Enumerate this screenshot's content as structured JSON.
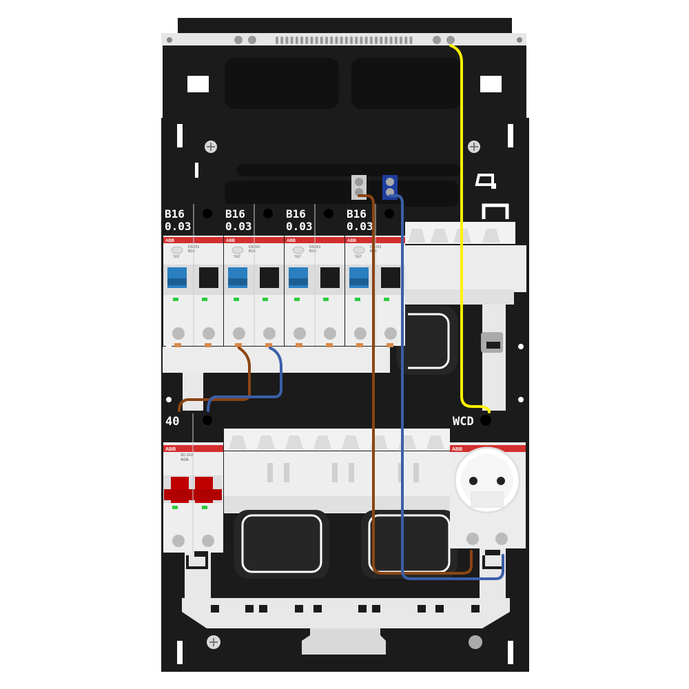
{
  "breakers": [
    {
      "rating": "B16",
      "sensitivity": "0.03",
      "brand": "ABB",
      "model": "DS201",
      "type": "B16",
      "test": "TEST"
    },
    {
      "rating": "B16",
      "sensitivity": "0.03",
      "brand": "ABB",
      "model": "DS201",
      "type": "B16",
      "test": "TEST"
    },
    {
      "rating": "B16",
      "sensitivity": "0.03",
      "brand": "ABB",
      "model": "DS201",
      "type": "B16",
      "test": "TEST"
    },
    {
      "rating": "B16",
      "sensitivity": "0.03",
      "brand": "ABB",
      "model": "DS201",
      "type": "B16",
      "test": "TEST"
    }
  ],
  "main_switch": {
    "rating": "40",
    "brand": "ABB",
    "model": "SD 202",
    "current": "40A"
  },
  "socket": {
    "label": "WCD",
    "brand": "ABB"
  },
  "wire_colors": {
    "phase": "#8B4513",
    "neutral": "#3A5FA8",
    "earth": "#FFF200"
  },
  "colors": {
    "enclosure": "#1a1a1a",
    "rail": "#e8e8e8",
    "breaker_body": "#eeeeee",
    "red_lever": "#cc0000",
    "blue_lever": "#2a7fc0",
    "abb_red": "#d32f2f"
  }
}
